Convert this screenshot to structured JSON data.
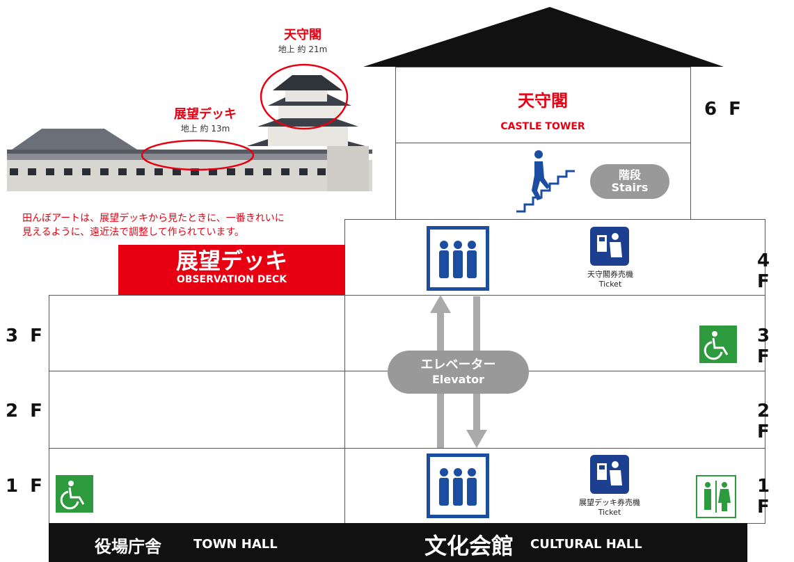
{
  "castle_caption": {
    "title": "天守閣",
    "height": "地上 約 21m"
  },
  "deck_caption": {
    "title": "展望デッキ",
    "height": "地上 約 13m"
  },
  "note": {
    "line1": "田んぼアートは、展望デッキから見たときに、一番きれいに",
    "line2": "見えるように、遠近法で調整して作られています。"
  },
  "tower": {
    "ja": "天守閣",
    "en": "CASTLE TOWER"
  },
  "stairs": {
    "ja": "階段",
    "en": "Stairs"
  },
  "deck": {
    "ja": "展望デッキ",
    "en": "OBSERVATION DECK"
  },
  "elevator": {
    "ja": "エレベーター",
    "en": "Elevator"
  },
  "ticket_4f": {
    "ja": "天守閣券売機",
    "en": "Ticket"
  },
  "ticket_1f": {
    "ja": "展望デッキ券売機",
    "en": "Ticket"
  },
  "floors": {
    "f6": "6 F",
    "f4": "4 F",
    "f3l": "3 F",
    "f3r": "3 F",
    "f2l": "2 F",
    "f2r": "2 F",
    "f1l": "1 F",
    "f1r": "1 F"
  },
  "footer": {
    "town_ja": "役場庁舎",
    "town_en": "TOWN HALL",
    "cultural_ja": "文化会館",
    "cultural_en": "CULTURAL HALL"
  },
  "colors": {
    "accent_red": "#e60012",
    "elevator_blue": "#1b4ea1",
    "ticket_blue": "#1d3f8f",
    "accessible_green": "#2e9a3e",
    "pill_gray": "#999999"
  },
  "icons": [
    "castle-photo",
    "stairs-icon",
    "elevator-icon",
    "ticket-machine-icon",
    "wheelchair-icon",
    "restroom-icon",
    "arrow-up-icon",
    "arrow-down-icon"
  ]
}
